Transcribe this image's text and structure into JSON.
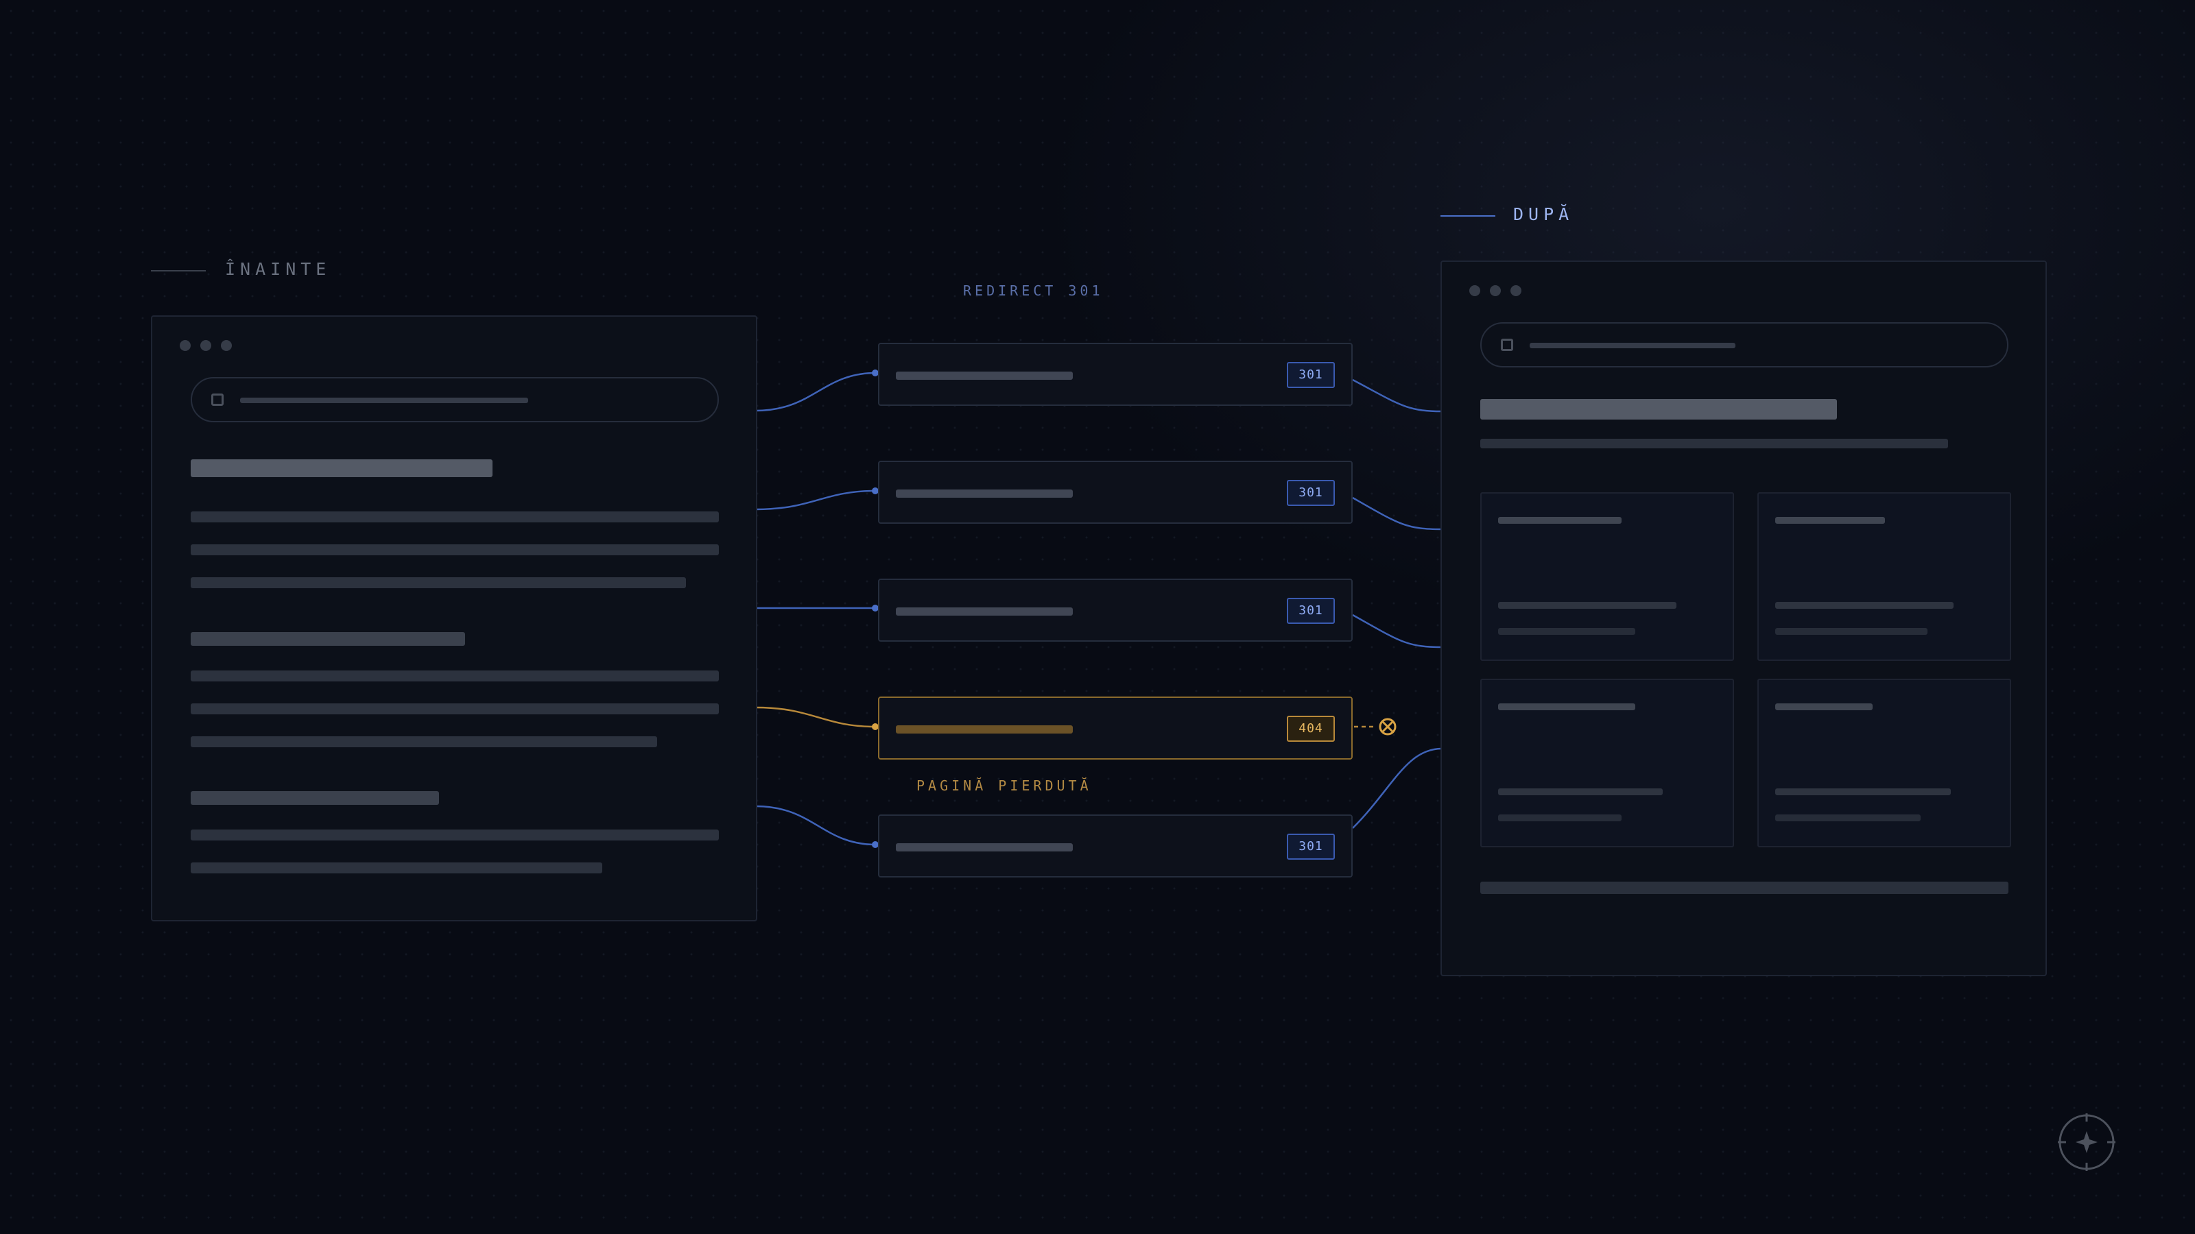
{
  "before": {
    "label": "ÎNAINTE"
  },
  "after": {
    "label": "DUPĂ"
  },
  "redirect": {
    "header": "REDIRECT 301",
    "nodes": [
      {
        "badge": "301",
        "status": "redirect"
      },
      {
        "badge": "301",
        "status": "redirect"
      },
      {
        "badge": "301",
        "status": "redirect"
      },
      {
        "badge": "404",
        "status": "lost"
      },
      {
        "badge": "301",
        "status": "redirect"
      }
    ],
    "lost_label": "PAGINĂ PIERDUTĂ"
  },
  "colors": {
    "background": "#080b14",
    "redirect_accent": "#4a6fc8",
    "lost_accent": "#d9a344",
    "after_label": "#9db4f0",
    "before_label": "#6b7280"
  },
  "icons": {
    "broken_link": "circled-x-icon",
    "compass": "compass-icon"
  }
}
